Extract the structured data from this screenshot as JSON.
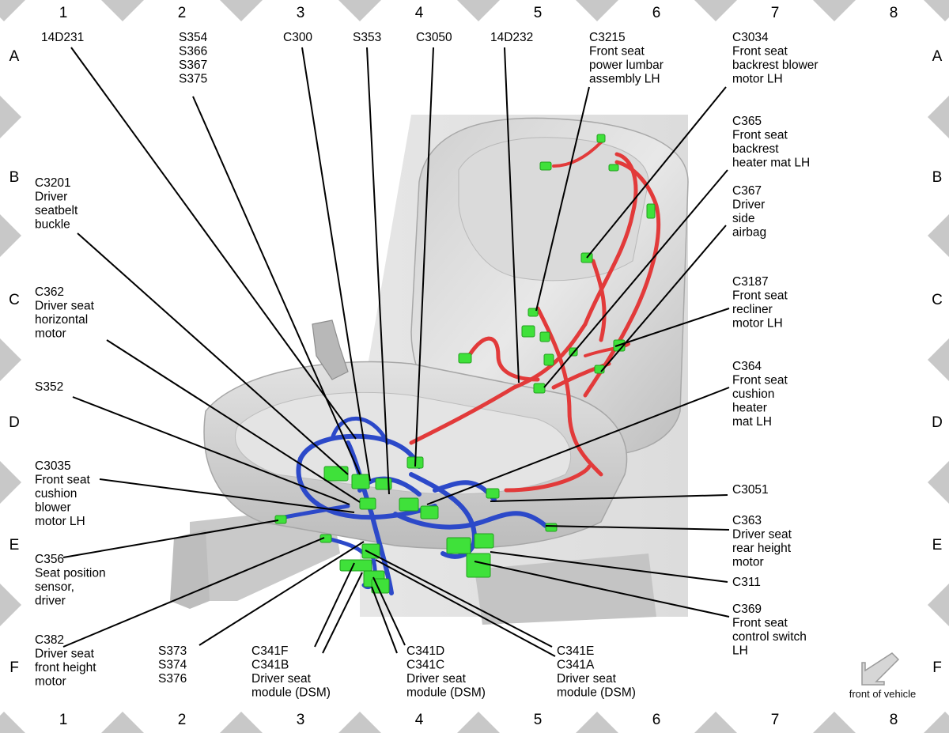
{
  "grid": {
    "columns": [
      "1",
      "2",
      "3",
      "4",
      "5",
      "6",
      "7",
      "8"
    ],
    "rows": [
      "A",
      "B",
      "C",
      "D",
      "E",
      "F"
    ]
  },
  "colors": {
    "harness_blue": "#2c49c9",
    "harness_red": "#e23a3a",
    "connector_green": "#3fe13a",
    "seat_grey": "#d4d4d4",
    "frame_grey": "#c8c8c8"
  },
  "callouts": [
    {
      "id": "14d231",
      "lines": [
        "14D231"
      ]
    },
    {
      "id": "s354",
      "lines": [
        "S354",
        "S366",
        "S367",
        "S375"
      ]
    },
    {
      "id": "c300",
      "lines": [
        "C300"
      ]
    },
    {
      "id": "s353",
      "lines": [
        "S353"
      ]
    },
    {
      "id": "c3050",
      "lines": [
        "C3050"
      ]
    },
    {
      "id": "14d232",
      "lines": [
        "14D232"
      ]
    },
    {
      "id": "c3215",
      "lines": [
        "C3215",
        "Front seat",
        "power lumbar",
        "assembly LH"
      ]
    },
    {
      "id": "c3034",
      "lines": [
        "C3034",
        "Front seat",
        "backrest blower",
        "motor LH"
      ]
    },
    {
      "id": "c365",
      "lines": [
        "C365",
        "Front seat",
        "backrest",
        "heater mat LH"
      ]
    },
    {
      "id": "c367",
      "lines": [
        "C367",
        "Driver",
        "side",
        "airbag"
      ]
    },
    {
      "id": "c3187",
      "lines": [
        "C3187",
        "Front seat",
        "recliner",
        "motor LH"
      ]
    },
    {
      "id": "c364",
      "lines": [
        "C364",
        "Front seat",
        "cushion",
        "heater",
        "mat LH"
      ]
    },
    {
      "id": "c3051",
      "lines": [
        "C3051"
      ]
    },
    {
      "id": "c363",
      "lines": [
        "C363",
        "Driver seat",
        "rear height",
        "motor"
      ]
    },
    {
      "id": "c311",
      "lines": [
        "C311"
      ]
    },
    {
      "id": "c369",
      "lines": [
        "C369",
        "Front seat",
        "control switch",
        "LH"
      ]
    },
    {
      "id": "c3201",
      "lines": [
        "C3201",
        "Driver",
        "seatbelt",
        "buckle"
      ]
    },
    {
      "id": "c362",
      "lines": [
        "C362",
        "Driver seat",
        "horizontal",
        "motor"
      ]
    },
    {
      "id": "s352",
      "lines": [
        "S352"
      ]
    },
    {
      "id": "c3035",
      "lines": [
        "C3035",
        "Front seat",
        "cushion",
        "blower",
        "motor LH"
      ]
    },
    {
      "id": "c356",
      "lines": [
        "C356",
        "Seat position",
        "sensor,",
        "driver"
      ]
    },
    {
      "id": "c382",
      "lines": [
        "C382",
        "Driver seat",
        "front height",
        "motor"
      ]
    },
    {
      "id": "s373",
      "lines": [
        "S373",
        "S374",
        "S376"
      ]
    },
    {
      "id": "c341f",
      "lines": [
        "C341F",
        "C341B",
        "Driver seat",
        "module (DSM)"
      ]
    },
    {
      "id": "c341d",
      "lines": [
        "C341D",
        "C341C",
        "Driver seat",
        "module (DSM)"
      ]
    },
    {
      "id": "c341e",
      "lines": [
        "C341E",
        "C341A",
        "Driver seat",
        "module (DSM)"
      ]
    }
  ],
  "orientation": {
    "label": "front of vehicle",
    "icon": "arrow-down-left-icon"
  }
}
